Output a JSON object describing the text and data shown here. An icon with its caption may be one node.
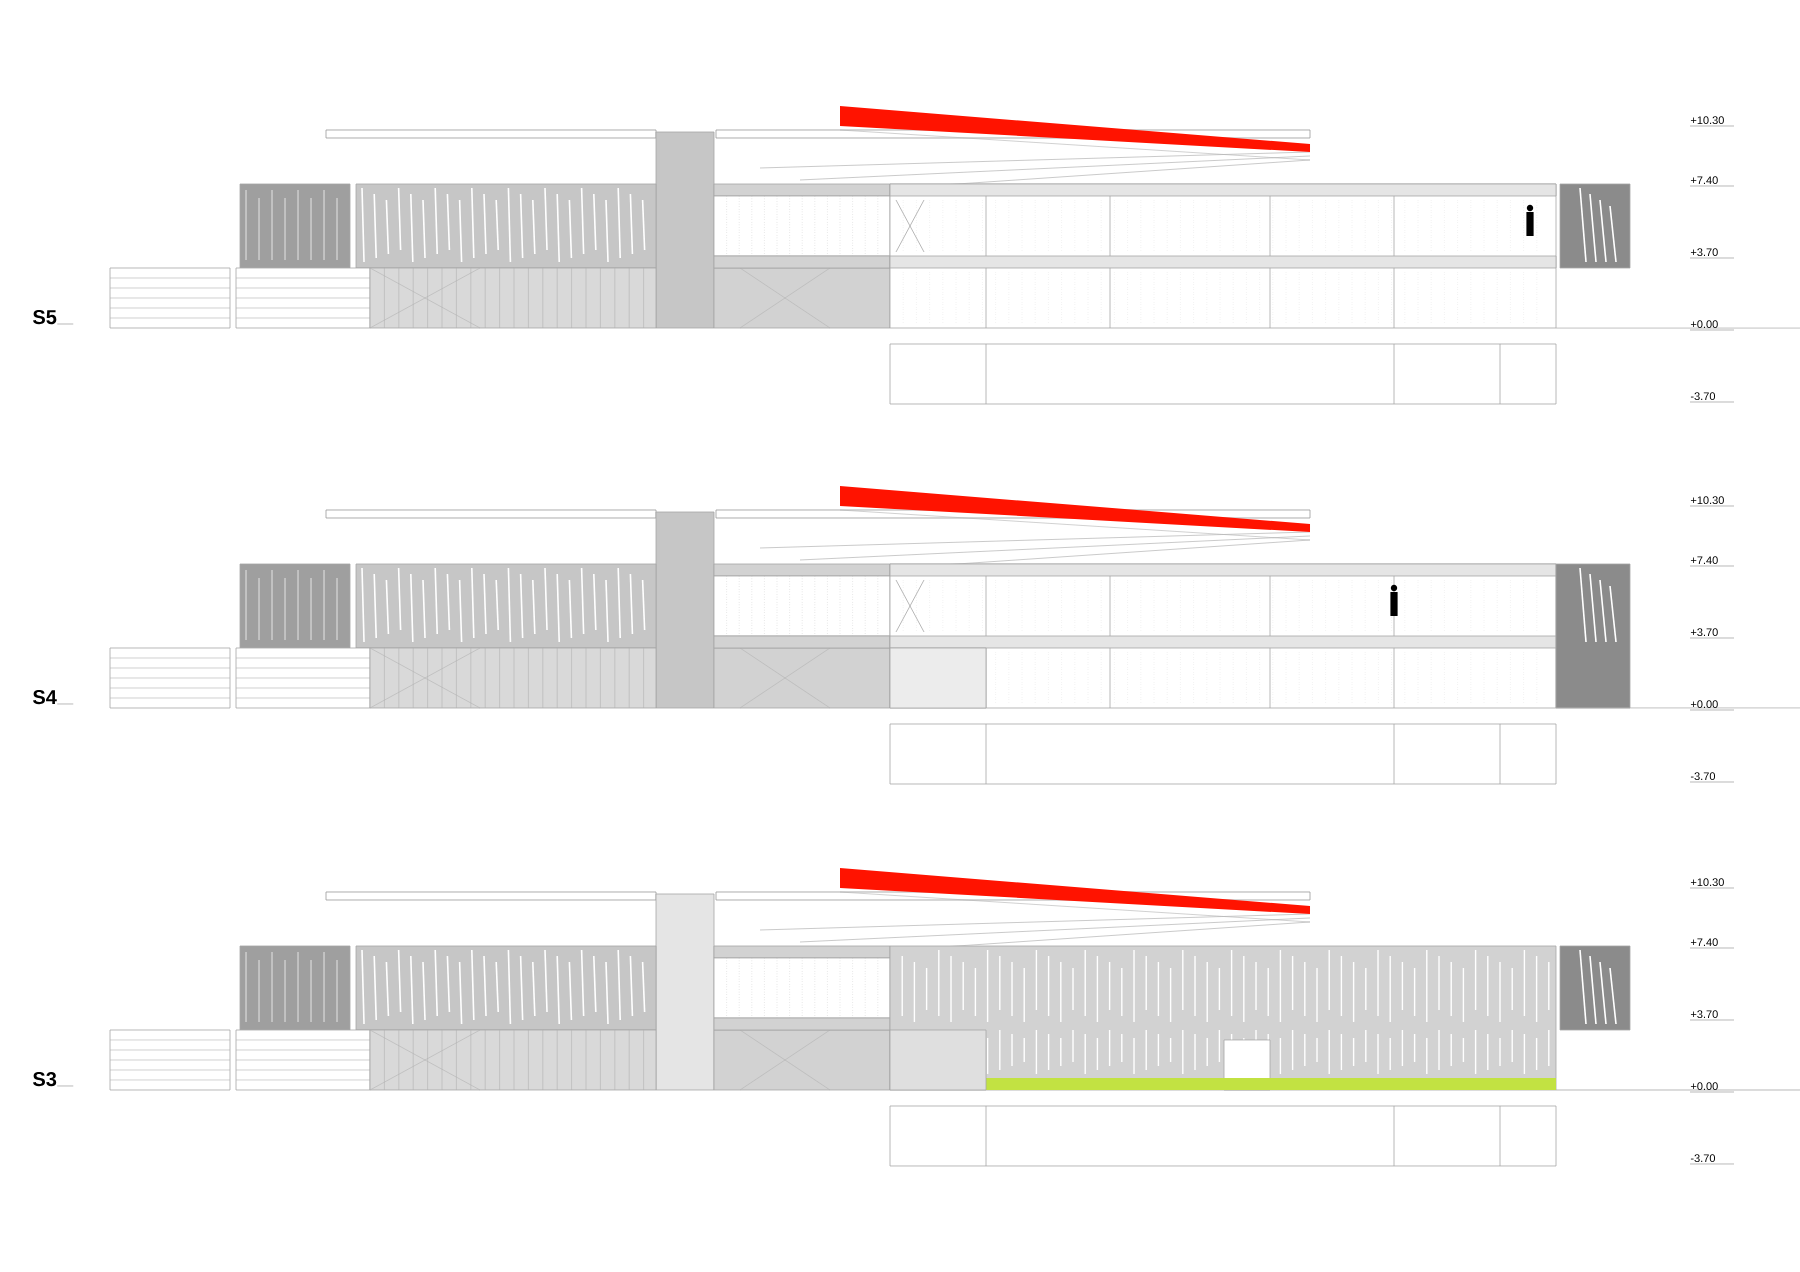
{
  "diagram": {
    "labels": [
      "+10.30",
      "+7.40",
      "+3.70",
      "S5",
      "+0.00",
      "-3.70",
      "+10.30",
      "+7.40",
      "+3.70",
      "S4",
      "+0.00",
      "-3.70",
      "+10.30",
      "+7.40",
      "+3.70",
      "S3",
      "+0.00",
      "-3.70"
    ]
  }
}
